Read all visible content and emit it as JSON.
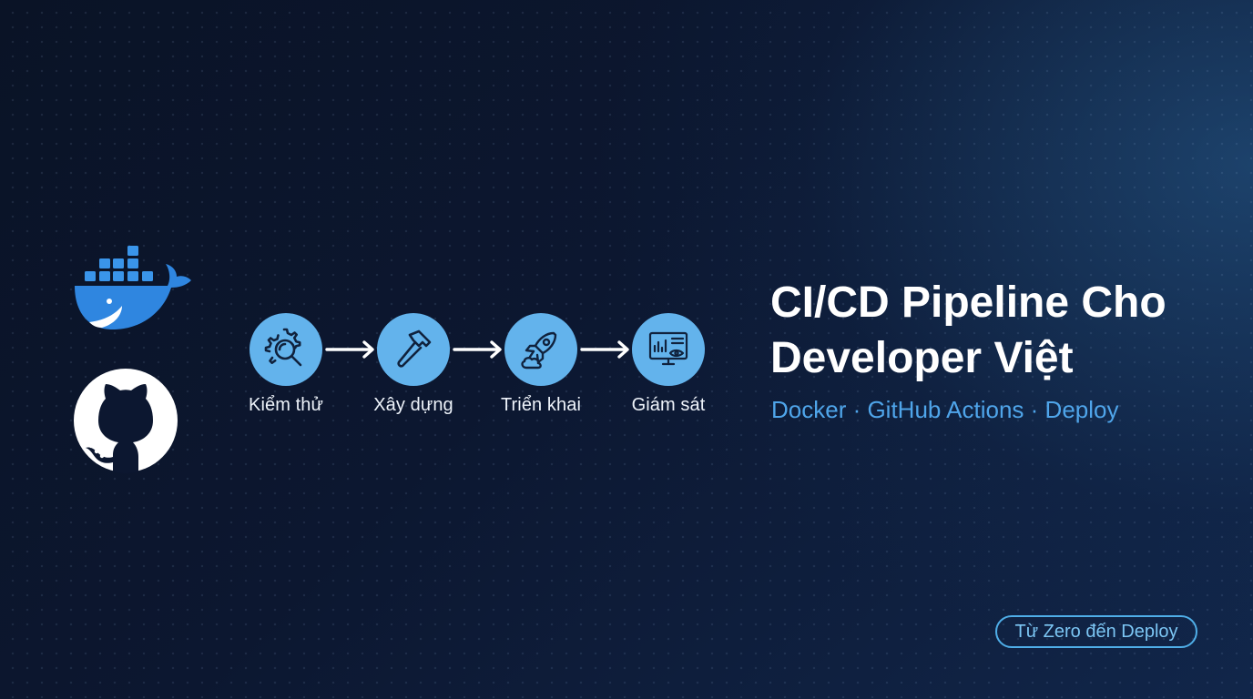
{
  "logos": {
    "docker": "docker-whale-logo",
    "github": "github-octocat-logo"
  },
  "pipeline": {
    "steps": [
      {
        "label": "Kiểm thử",
        "icon": "gear-magnifier-icon"
      },
      {
        "label": "Xây dựng",
        "icon": "hammer-icon"
      },
      {
        "label": "Triển khai",
        "icon": "rocket-icon"
      },
      {
        "label": "Giám sát",
        "icon": "monitor-eye-icon"
      }
    ],
    "arrow_icon": "arrow-right-icon"
  },
  "title": "CI/CD Pipeline Cho Developer Việt",
  "subtitle": "Docker · GitHub Actions · Deploy",
  "badge": "Từ Zero đến Deploy",
  "colors": {
    "background": "#0c1730",
    "step_circle": "#63b3ec",
    "accent": "#4fa5ea",
    "docker_blue": "#2f8be3",
    "text": "#ffffff"
  }
}
